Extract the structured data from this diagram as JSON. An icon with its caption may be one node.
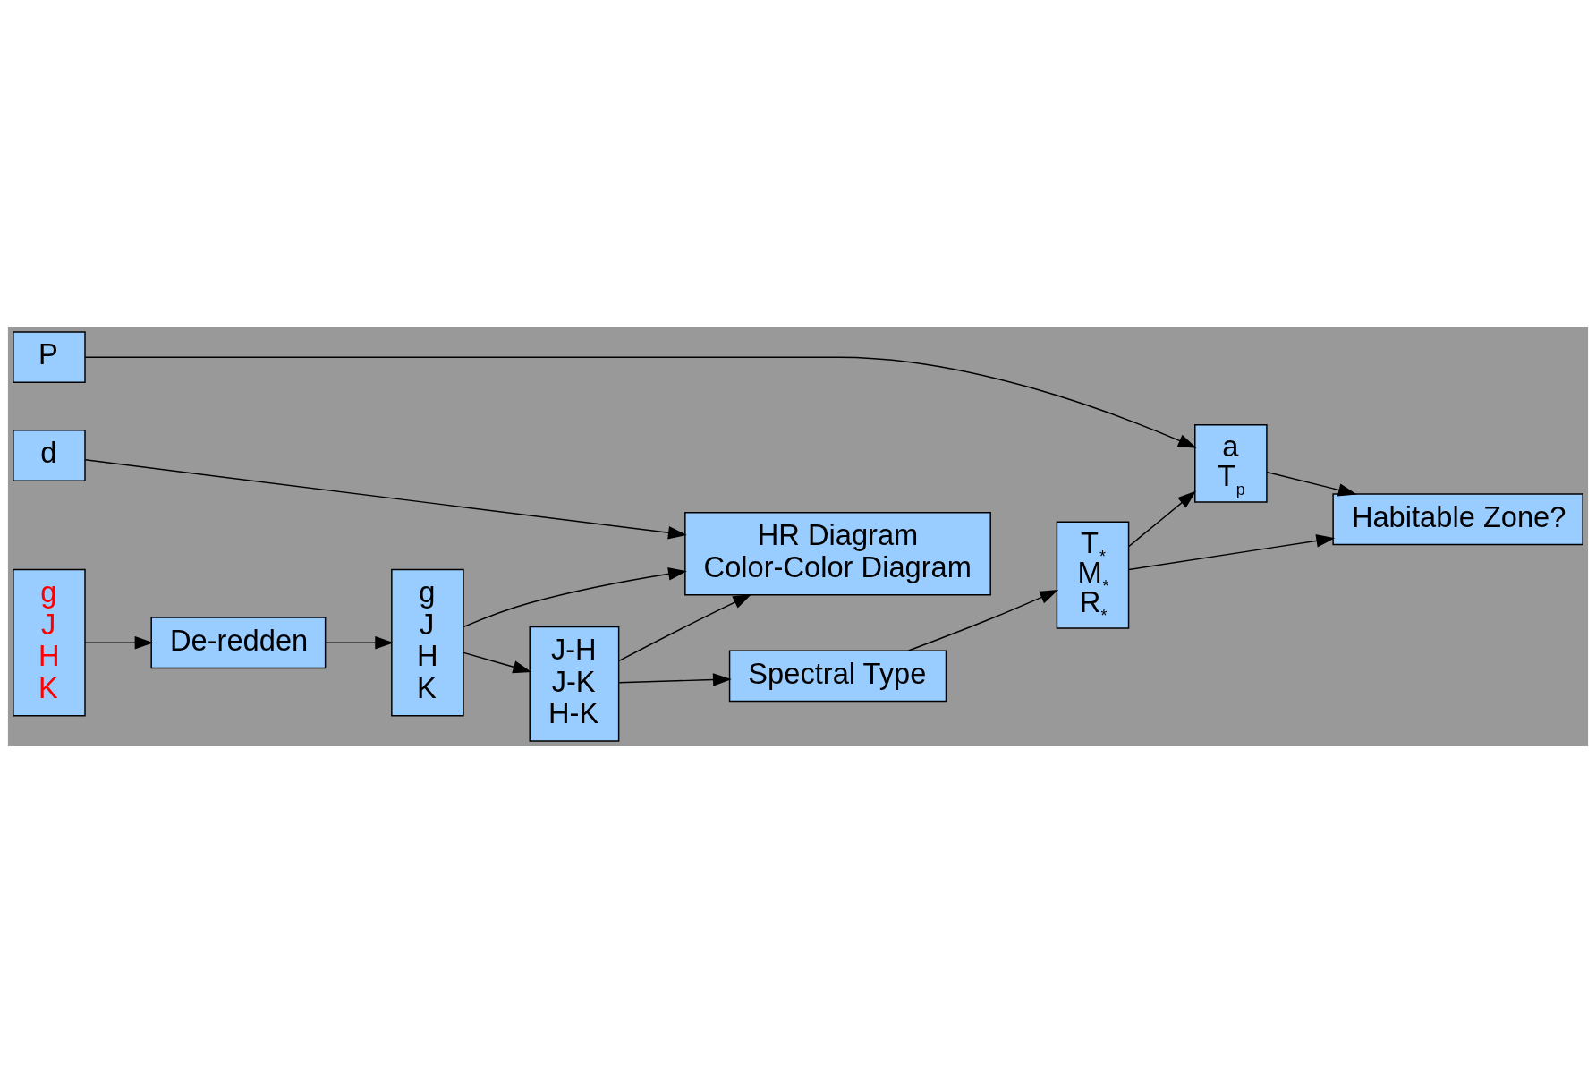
{
  "diagram": {
    "nodes": [
      {
        "text": [
          "d"
        ]
      },
      {
        "text": [
          "g",
          "J",
          "H",
          "K"
        ]
      },
      {
        "text": [
          "De-redden"
        ]
      },
      {
        "text": [
          "g",
          "J",
          "H",
          "K"
        ]
      },
      {
        "text": [
          "HR Diagram",
          "Color-Color Diagram"
        ]
      },
      {
        "text": [
          "J-H",
          "J-K",
          "H-K"
        ]
      },
      {
        "text": [
          "Spectral Type"
        ]
      },
      {
        "text": [
          "T$_{*}$",
          "M$_{*}$",
          "R$_{*}$"
        ]
      },
      {
        "text": [
          "a",
          "T$_{p}$"
        ]
      },
      {
        "text": [
          "P"
        ]
      },
      {
        "text": [
          "Habitable Zone?"
        ]
      }
    ],
    "edges": [
      {
        "from": 0,
        "to": 4,
        "arrow": "to"
      },
      {
        "from": 1,
        "to": 2,
        "arrow": "to"
      },
      {
        "from": 2,
        "to": 3,
        "arrow": "to"
      },
      {
        "from": 3,
        "to": 4,
        "arrow": "to"
      },
      {
        "from": 3,
        "to": 5,
        "arrow": "to"
      },
      {
        "from": 5,
        "to": 4,
        "arrow": "to"
      },
      {
        "from": 5,
        "to": 6,
        "arrow": "to"
      },
      {
        "from": 6,
        "to": 7,
        "arrow": "to"
      },
      {
        "from": 7,
        "to": 8,
        "arrow": "to"
      },
      {
        "from": 7,
        "to": 10,
        "arrow": "to"
      },
      {
        "from": 9,
        "to": 8,
        "arrow": "to"
      },
      {
        "from": 8,
        "to": 10,
        "arrow": "to"
      }
    ]
  }
}
